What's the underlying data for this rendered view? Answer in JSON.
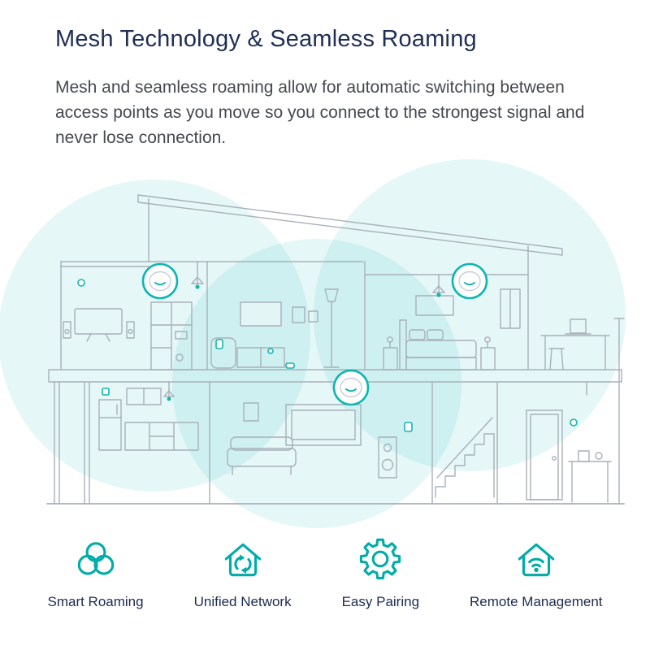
{
  "header": {
    "title": "Mesh Technology & Seamless Roaming",
    "description": "Mesh and seamless roaming allow for automatic switching between access points as you move so you connect to the strongest signal and never lose connection."
  },
  "illustration": {
    "name": "house-mesh-coverage",
    "access_point_count": 3,
    "coverage_zone_count": 3
  },
  "features": [
    {
      "label": "Smart Roaming",
      "icon": "smart-roaming-icon"
    },
    {
      "label": "Unified Network",
      "icon": "unified-network-icon"
    },
    {
      "label": "Easy Pairing",
      "icon": "easy-pairing-icon"
    },
    {
      "label": "Remote Management",
      "icon": "remote-management-icon"
    }
  ],
  "colors": {
    "accent": "#00ACA9",
    "coverage_fill": "#35C4C0",
    "title_text": "#1F2E54",
    "body_text": "#45494F",
    "line_art": "#A9B0BA"
  }
}
